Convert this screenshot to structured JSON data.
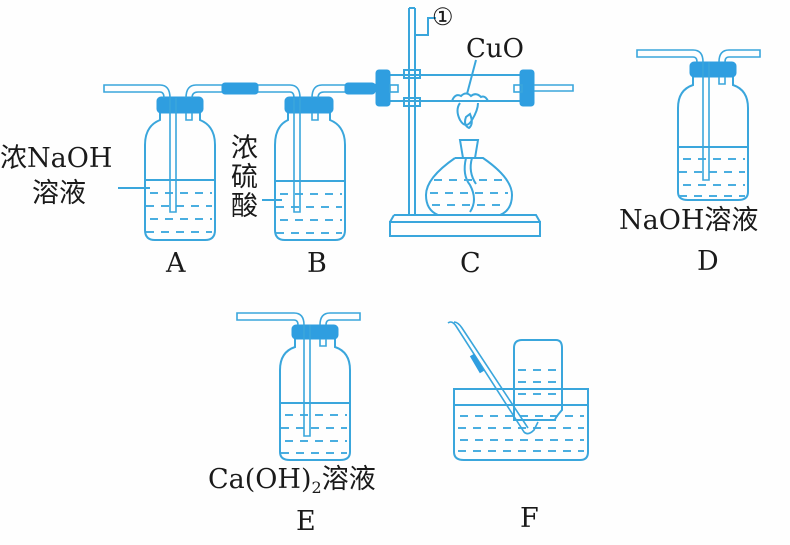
{
  "colors": {
    "line": "#3aa6dc",
    "stopper": "#2f9ee0",
    "liquid_dash": "#4aaee0",
    "text": "#1a1a1a"
  },
  "apparatus": {
    "A": {
      "letter": "A",
      "reagent_line1": "浓NaOH",
      "reagent_line2": "溶液"
    },
    "B": {
      "letter": "B",
      "reagent": "浓硫酸"
    },
    "C": {
      "letter": "C",
      "substance": "CuO",
      "instrument_marker": "①"
    },
    "D": {
      "letter": "D",
      "reagent": "NaOH溶液"
    },
    "E": {
      "letter": "E",
      "reagent_prefix": "Ca(OH)",
      "reagent_sub": "2",
      "reagent_suffix": "溶液"
    },
    "F": {
      "letter": "F"
    }
  }
}
